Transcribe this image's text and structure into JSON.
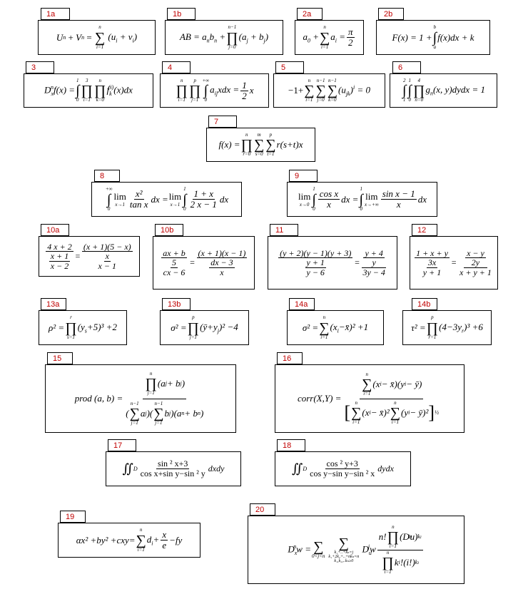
{
  "labels": {
    "f1a": "1a",
    "f1b": "1b",
    "f2a": "2a",
    "f2b": "2b",
    "f3": "3",
    "f4": "4",
    "f5": "5",
    "f6": "6",
    "f7": "7",
    "f8": "8",
    "f9": "9",
    "f10a": "10a",
    "f10b": "10b",
    "f11": "11",
    "f12": "12",
    "f13a": "13a",
    "f13b": "13b",
    "f14a": "14a",
    "f14b": "14b",
    "f15": "15",
    "f16": "16",
    "f17": "17",
    "f18": "18",
    "f19": "19",
    "f20": "20"
  },
  "t": {
    "U": "U",
    "n": "n",
    "V": "V",
    "eq": "=",
    "sum": "∑",
    "prod": "∏",
    "int": "∫",
    "iint": "∬",
    "plus": "+",
    "minus": "−",
    "i1": "i=1",
    "j1": "j=1",
    "j0": "j=0",
    "k0": "k=0",
    "r0": "r=0",
    "s0": "s=0",
    "t1": "t=1",
    "n0": "n=0",
    "n1": "n−1",
    "ui": "(u",
    "vi": "v",
    "AB": "AB",
    "anbn": "a",
    "ajbj": "(a",
    "a0": "a",
    "ai": "a",
    "pi": "π",
    "two": "2",
    "Fx": "F(x)",
    "one": "1",
    "b": "b",
    "a": "a",
    "fxdx": "f(x)dx",
    "k": "k",
    "D": "D",
    "fx": "f(x)",
    "zero": "0",
    "three": "3",
    "f": "f",
    "ix": "(i)",
    "xdx": "(x)dx",
    "p": "p",
    "inf": "+∞",
    "aij": "a",
    "xdx2": "xdx",
    "half1": "1",
    "half2": "2",
    "x": "x",
    "neg1": "−1",
    "ujk": "(u",
    "iexp": "i",
    "g": "g",
    "xy": "(x, y)dydx",
    "four": "4",
    "m": "m",
    "rst": "r(s+t)x",
    "lim": "lim",
    "x1": "x→1",
    "x0": "x→0",
    "xinf": "x→+∞",
    "x2": "x",
    "tanx": "tan x",
    "dx": "dx",
    "onex": "1 + x",
    "twox": "2 x − 1",
    "cosx": "cos x",
    "sinx": "sin x − 1",
    "n10a": "4 x + 2",
    "d10a1": "x + 1",
    "d10a2": "x − 2",
    "r10a1": "(x + 1)(5 − x)",
    "r10a2": "x",
    "r10a3": "x − 1",
    "n10b": "ax + b",
    "d10b1": "5",
    "d10b2": "cx − 6",
    "r10b1": "(x + 1)(x − 1)",
    "r10b2": "dx − 3",
    "r10b3": "x",
    "l11": "(y + 2)(y − 1)(y + 3)",
    "l11b": "y + 1",
    "l11c": "y − 6",
    "r11a": "y + 4",
    "r11b": "y",
    "r11c": "3y − 4",
    "l12": "1 + x + y",
    "l12b": "3x",
    "l12c": "y + 1",
    "r12a": "x − y",
    "r12b": "2y",
    "r12c": "x + y + 1",
    "rho": "ρ",
    "ys": "(y",
    "five": "+5)",
    "cube": "3",
    "plus2": "+2",
    "r": "r",
    "s1": "s=1",
    "sigma": "σ",
    "ybar": "(y",
    "yj": "+y",
    "sq": "2",
    "minus4": "−4",
    "xi": "(x",
    "xbar": "−x̄)",
    "plus1": "+1",
    "tau": "τ",
    "fourm": "(4−3y",
    "six": "+6",
    "prod15": "prod (a, b)",
    "ajbj15": "(a",
    "an": "(a",
    "corr": "corr(X,Y)",
    "xixbar": "(x",
    "yiybar": "(y",
    "halfexp": "½",
    "sin2x": "sin ² x+3",
    "denom17": "cos x+sin y−sin ² y",
    "dxdy": "dxdy",
    "Dsub": "D",
    "cos2y": "cos ² y+3",
    "denom18": "cos y−sin y−sin ² x",
    "dydx": "dydx",
    "ax2": "ax² +by² +cxy",
    "di": "d",
    "e": "e",
    "fy": "−fy",
    "Dnw": "D",
    "w": "w",
    "cond1": "0<j<n k",
    "cond2": "k + ..+ k = j",
    "cond3": "k + 2k + ..+ nk = n",
    "cond4": "k , k , .. k ≥ 0",
    "Duj": "D",
    "nfact": "n!",
    "Dxiu": "(D",
    "kfact": "k !(i!)"
  }
}
